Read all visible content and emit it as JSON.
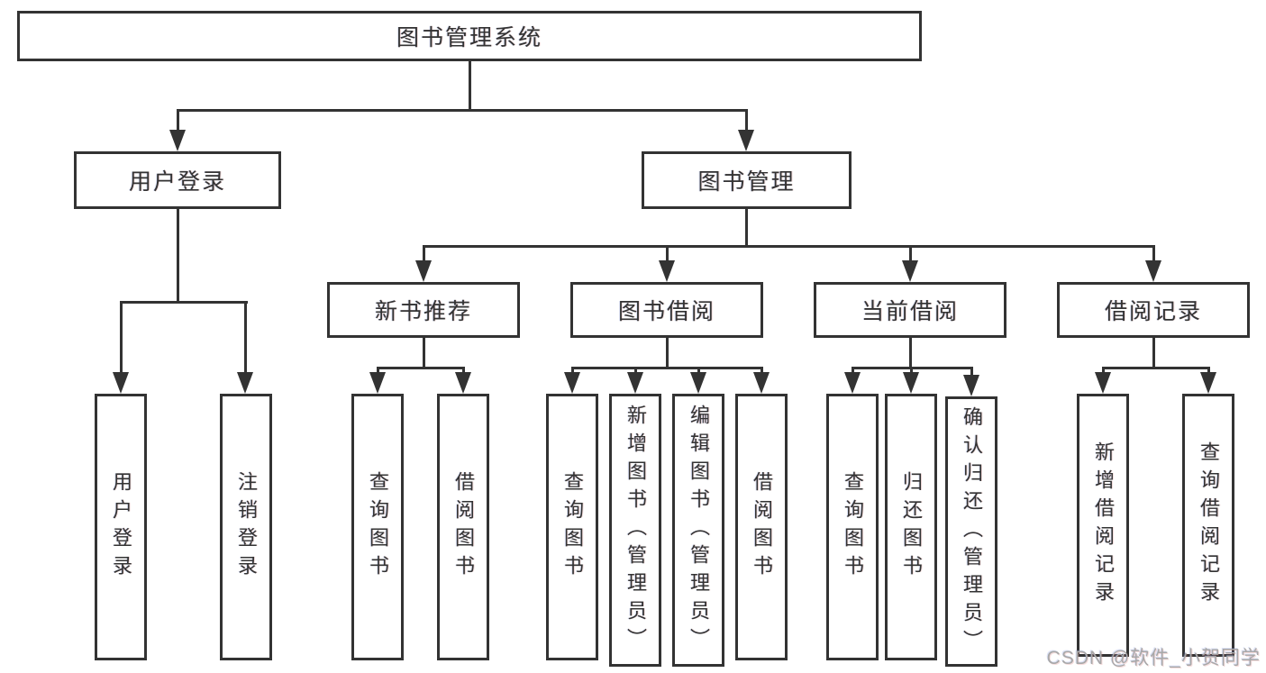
{
  "diagram": {
    "root": "图书管理系统",
    "level2": [
      {
        "label": "用户登录"
      },
      {
        "label": "图书管理"
      }
    ],
    "userLoginChildren": [
      "用户登录",
      "注销登录"
    ],
    "groups": [
      {
        "label": "新书推荐",
        "children": [
          "查询图书",
          "借阅图书"
        ]
      },
      {
        "label": "图书借阅",
        "children": [
          "查询图书",
          "新增图书（管理员）",
          "编辑图书（管理员）",
          "借阅图书"
        ]
      },
      {
        "label": "当前借阅",
        "children": [
          "查询图书",
          "归还图书",
          "确认归还（管理员）"
        ]
      },
      {
        "label": "借阅记录",
        "children": [
          "新增借阅记录",
          "查询借阅记录"
        ]
      }
    ],
    "watermark": "CSDN @软件_小贺同学",
    "colors": {
      "line": "#333333",
      "text": "#333333",
      "watermark": "#a8a8a8",
      "background": "#ffffff"
    }
  }
}
